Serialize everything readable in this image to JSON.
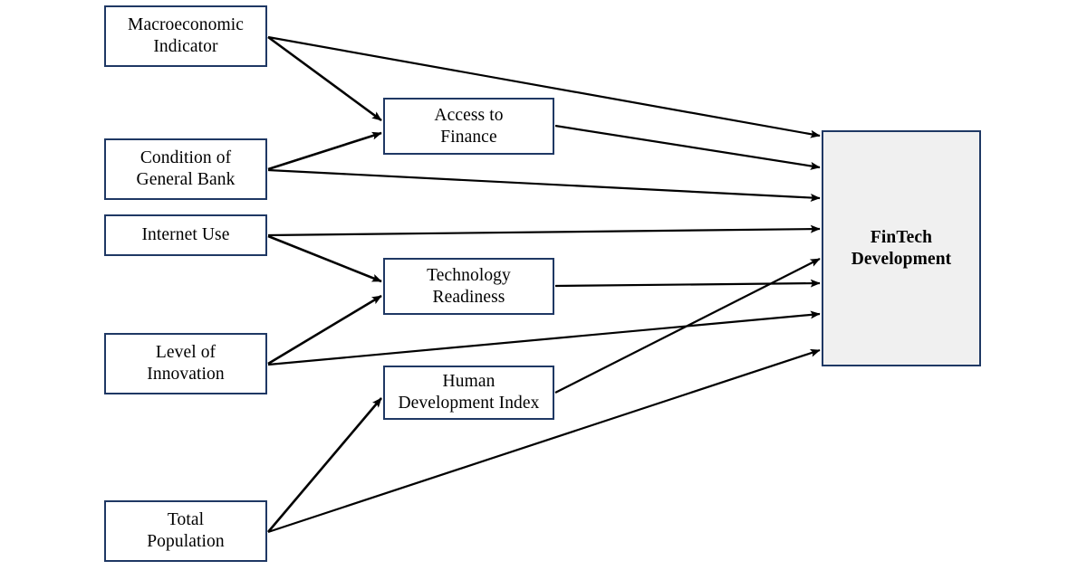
{
  "diagram": {
    "type": "conceptual-framework-flow",
    "title": "FinTech Development Conceptual Framework",
    "colors": {
      "box_border": "#1f3864",
      "box_fill": "#ffffff",
      "outcome_fill": "#f0f0f0",
      "arrow": "#000000",
      "background": "#ffffff"
    },
    "inputs": [
      {
        "id": "macroeconomic-indicator",
        "label": "Macroeconomic\nIndicator"
      },
      {
        "id": "condition-of-general-bank",
        "label": "Condition of\nGeneral Bank"
      },
      {
        "id": "internet-use",
        "label": "Internet Use"
      },
      {
        "id": "level-of-innovation",
        "label": "Level of\nInnovation"
      },
      {
        "id": "total-population",
        "label": "Total\nPopulation"
      }
    ],
    "mediators": [
      {
        "id": "access-to-finance",
        "label": "Access to\nFinance"
      },
      {
        "id": "technology-readiness",
        "label": "Technology\nReadiness"
      },
      {
        "id": "human-development-index",
        "label": "Human\nDevelopment Index"
      }
    ],
    "outcome": {
      "id": "fintech-development",
      "label": "FinTech\nDevelopment"
    },
    "edges": [
      {
        "from": "macroeconomic-indicator",
        "to": "access-to-finance"
      },
      {
        "from": "macroeconomic-indicator",
        "to": "fintech-development"
      },
      {
        "from": "condition-of-general-bank",
        "to": "access-to-finance"
      },
      {
        "from": "condition-of-general-bank",
        "to": "fintech-development"
      },
      {
        "from": "internet-use",
        "to": "fintech-development"
      },
      {
        "from": "internet-use",
        "to": "technology-readiness"
      },
      {
        "from": "level-of-innovation",
        "to": "technology-readiness"
      },
      {
        "from": "level-of-innovation",
        "to": "fintech-development"
      },
      {
        "from": "total-population",
        "to": "human-development-index"
      },
      {
        "from": "total-population",
        "to": "fintech-development"
      },
      {
        "from": "access-to-finance",
        "to": "fintech-development"
      },
      {
        "from": "technology-readiness",
        "to": "fintech-development"
      },
      {
        "from": "human-development-index",
        "to": "fintech-development"
      }
    ]
  }
}
